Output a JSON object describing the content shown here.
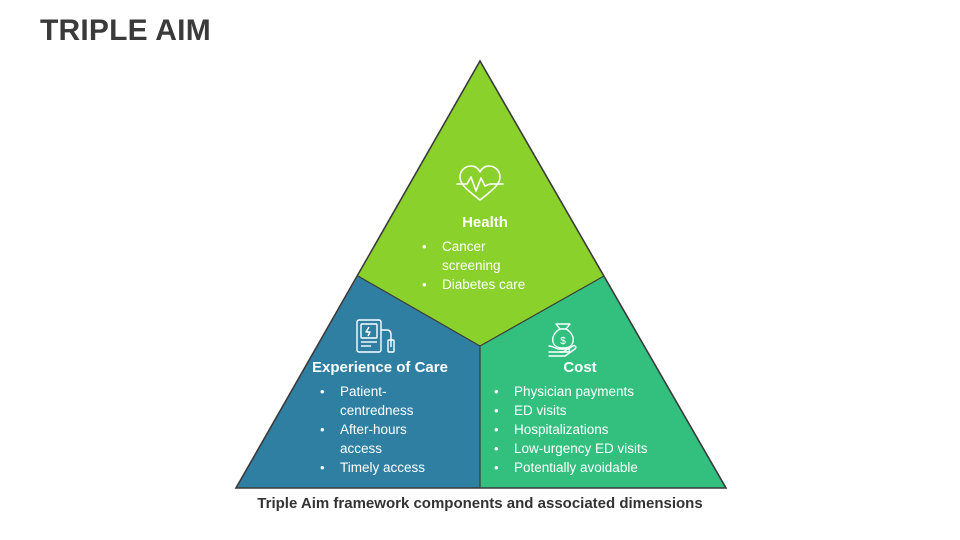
{
  "title": "TRIPLE AIM",
  "caption": "Triple Aim framework components and associated dimensions",
  "colors": {
    "health": "#8bd12b",
    "experience": "#2f7fa3",
    "cost": "#33c07e",
    "outline": "#3b3b3b"
  },
  "sections": {
    "health": {
      "title": "Health",
      "icon": "heart-pulse-icon",
      "items": [
        "Cancer screening",
        "Diabetes care"
      ]
    },
    "experience": {
      "title": "Experience of Care",
      "icon": "medical-device-icon",
      "items": [
        "Patient-centredness",
        "After-hours access",
        "Timely access"
      ]
    },
    "cost": {
      "title": "Cost",
      "icon": "money-hand-icon",
      "items": [
        "Physician payments",
        "ED visits",
        "Hospitalizations",
        "Low-urgency ED visits",
        "Potentially avoidable"
      ]
    }
  }
}
